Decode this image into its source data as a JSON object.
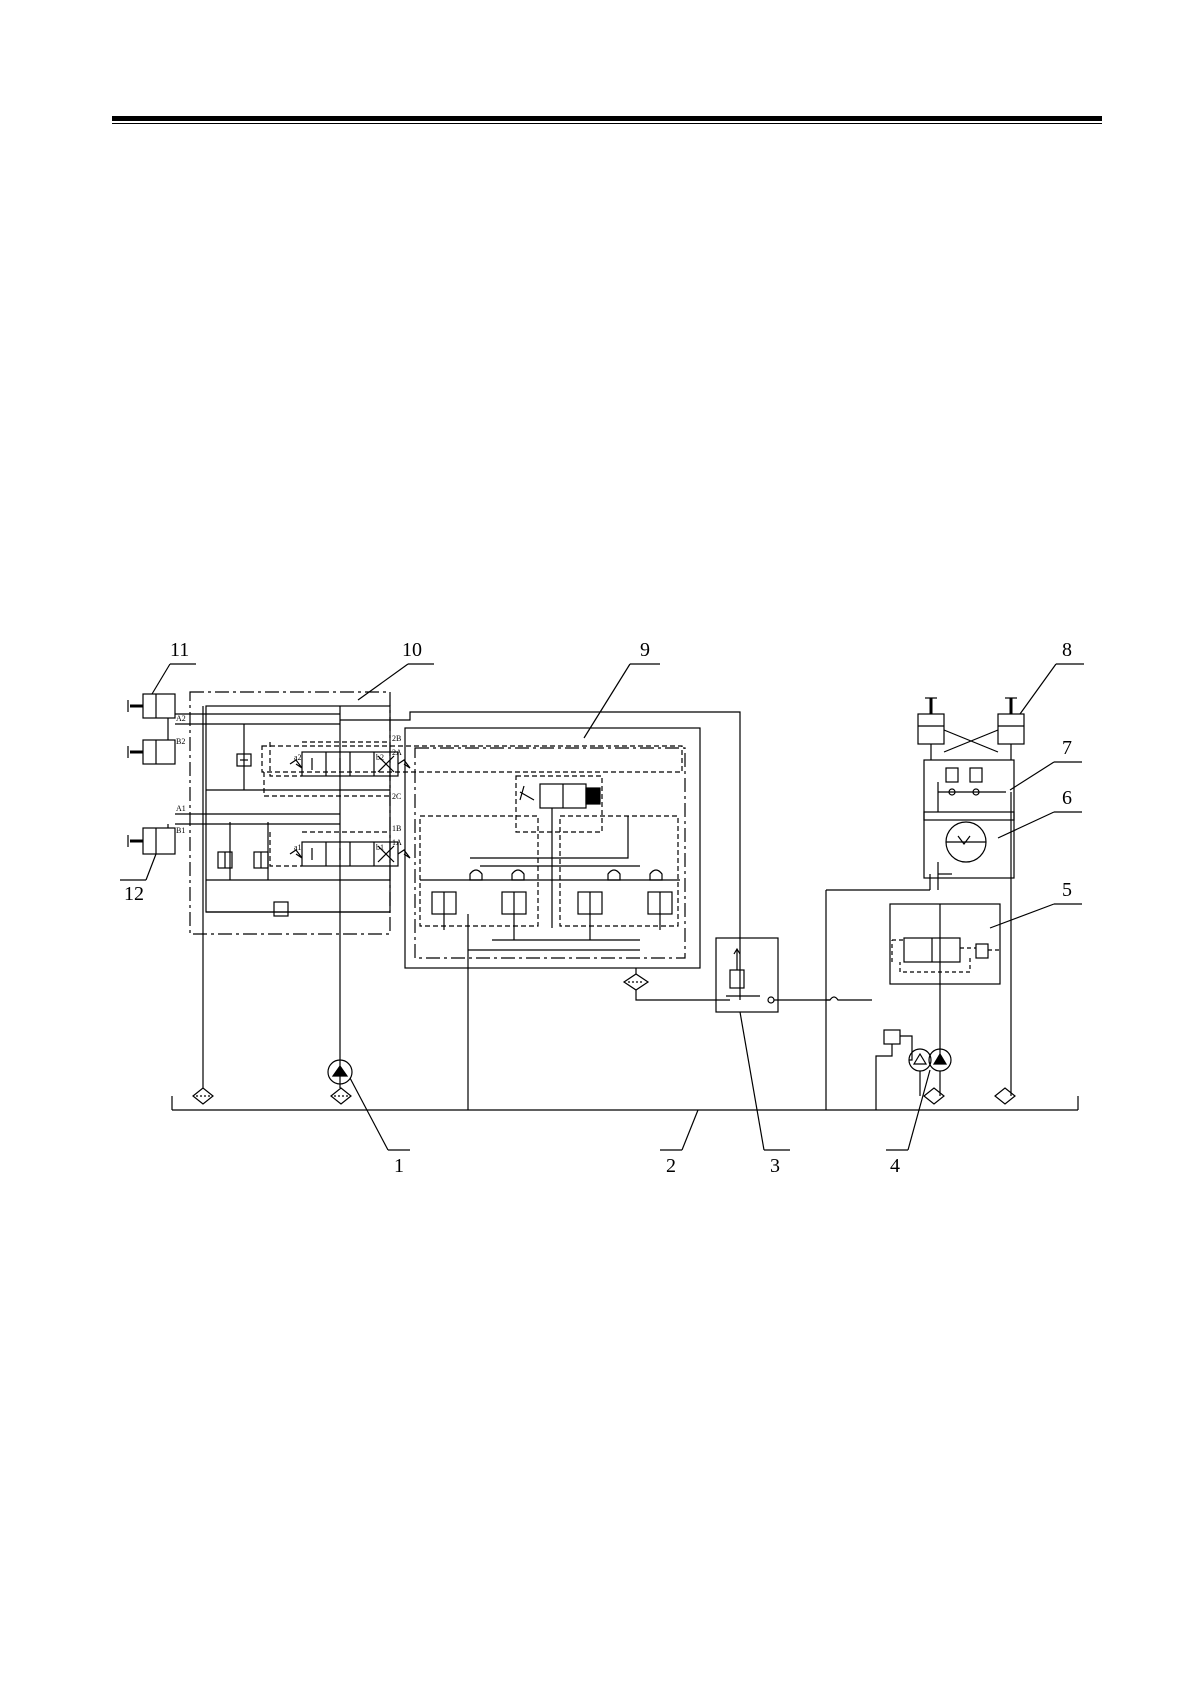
{
  "diagram": {
    "callouts": [
      "1",
      "2",
      "3",
      "4",
      "5",
      "6",
      "7",
      "8",
      "9",
      "10",
      "11",
      "12"
    ],
    "ports": {
      "a2": "A2",
      "b2": "B2",
      "a1": "A1",
      "b1": "B1",
      "p2b": "2B",
      "p2a": "2A",
      "p2c": "2C",
      "p1b": "1B",
      "p1a": "1A",
      "v2a": "a2",
      "v2b": "b2",
      "v1a": "a1",
      "v1b": "b1"
    }
  }
}
